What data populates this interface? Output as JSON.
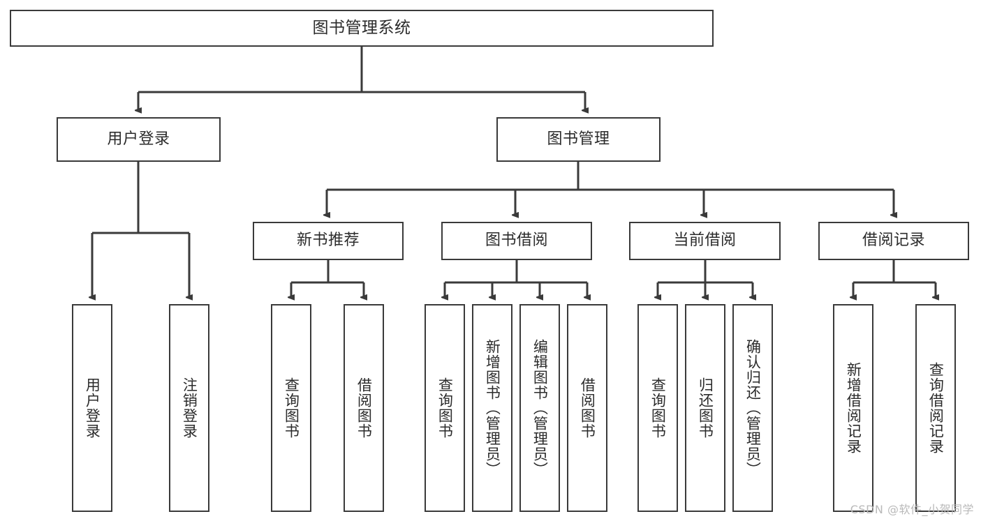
{
  "diagram": {
    "title": "图书管理系统",
    "type": "tree",
    "watermark": "CSDN @软件_小贺同学",
    "colors": {
      "box_border": "#3a3a3a",
      "box_fill": "#ffffff",
      "edge": "#3a3a3a",
      "text": "#2b2b2b",
      "watermark": "#b9b9b9",
      "background": "#ffffff"
    },
    "nodes": {
      "root": {
        "label": "图书管理系统"
      },
      "level1": [
        {
          "id": "user-login",
          "label": "用户登录"
        },
        {
          "id": "book-manage",
          "label": "图书管理"
        }
      ],
      "level2": [
        {
          "id": "new-book-recommend",
          "label": "新书推荐"
        },
        {
          "id": "book-borrow",
          "label": "图书借阅"
        },
        {
          "id": "current-borrow",
          "label": "当前借阅"
        },
        {
          "id": "borrow-record",
          "label": "借阅记录"
        }
      ],
      "leaves": {
        "user-login": [
          {
            "id": "leaf-user-login",
            "label": "用户登录"
          },
          {
            "id": "leaf-logout",
            "label": "注销登录"
          }
        ],
        "new-book-recommend": [
          {
            "id": "leaf-query-book-1",
            "label": "查询图书"
          },
          {
            "id": "leaf-borrow-book-1",
            "label": "借阅图书"
          }
        ],
        "book-borrow": [
          {
            "id": "leaf-query-book-2",
            "label": "查询图书"
          },
          {
            "id": "leaf-add-book",
            "label": "新增图书（管理员）"
          },
          {
            "id": "leaf-edit-book",
            "label": "编辑图书（管理员）"
          },
          {
            "id": "leaf-borrow-book-2",
            "label": "借阅图书"
          }
        ],
        "current-borrow": [
          {
            "id": "leaf-query-book-3",
            "label": "查询图书"
          },
          {
            "id": "leaf-return-book",
            "label": "归还图书"
          },
          {
            "id": "leaf-confirm-return",
            "label": "确认归还（管理员）"
          }
        ],
        "borrow-record": [
          {
            "id": "leaf-add-record",
            "label": "新增借阅记录"
          },
          {
            "id": "leaf-query-record",
            "label": "查询借阅记录"
          }
        ]
      }
    }
  }
}
